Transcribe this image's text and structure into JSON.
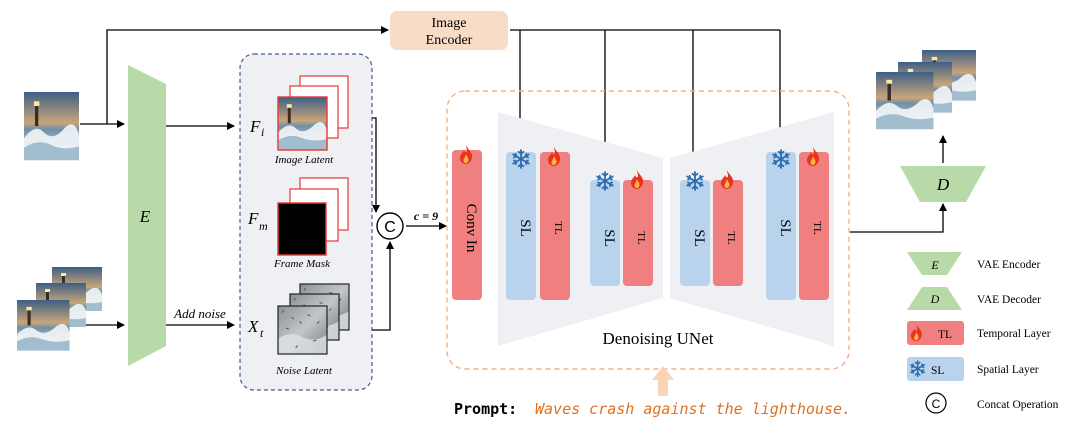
{
  "image_encoder": {
    "line1": "Image",
    "line2": "Encoder"
  },
  "encoder_letter": "E",
  "decoder_letter": "D",
  "latents": {
    "fi": {
      "symbol": "F",
      "sub": "i",
      "caption": "Image Latent"
    },
    "fm": {
      "symbol": "F",
      "sub": "m",
      "caption": "Frame Mask"
    },
    "xt": {
      "symbol": "X",
      "sub": "t",
      "caption": "Noise Latent"
    }
  },
  "add_noise": "Add noise",
  "concat_symbol": "C",
  "channels": "c = 9",
  "conv_in": "Conv In",
  "sl": "SL",
  "tl": "TL",
  "unet_label": "Denoising UNet",
  "prompt": {
    "label": "Prompt:",
    "text": "Waves crash against the lighthouse."
  },
  "legend": {
    "vae_encoder": "VAE Encoder",
    "vae_decoder": "VAE Decoder",
    "temporal": "Temporal Layer",
    "spatial": "Spatial Layer",
    "concat": "Concat Operation"
  },
  "colors": {
    "green": "#b8d9a8",
    "red": "#f08080",
    "blue": "#b9d3ec",
    "encoder_box": "#f9dcc6",
    "dashed_orange": "#f4b183",
    "dashed_blue": "#4a5a8a",
    "prompt_text": "#e07020",
    "flame": "#e8331f",
    "snow": "#2b6cb0"
  },
  "icons": [
    "flame-icon",
    "snowflake-icon",
    "lighthouse-wave-image"
  ]
}
